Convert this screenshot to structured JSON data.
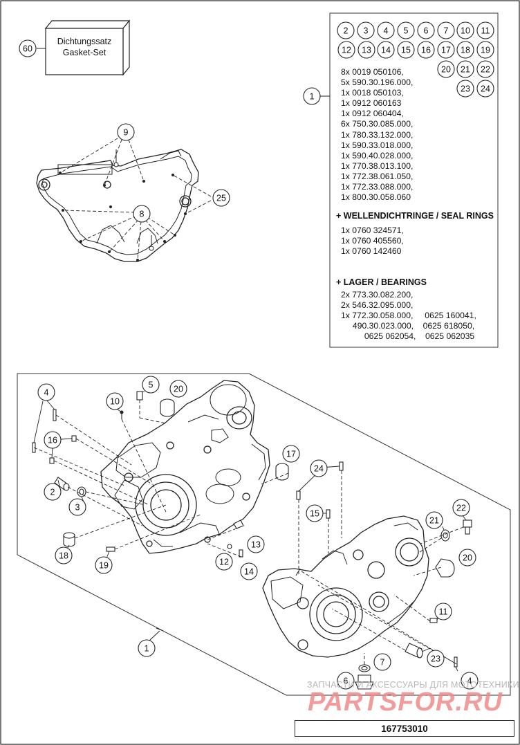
{
  "kit": {
    "callout": "60",
    "line1": "Dichtungssatz",
    "line2": "Gasket-Set"
  },
  "kit_callouts": [
    "2",
    "3",
    "4",
    "5",
    "6",
    "7",
    "10",
    "11",
    "12",
    "13",
    "14",
    "15",
    "16",
    "17",
    "18",
    "19",
    "20",
    "21",
    "22",
    "23",
    "24"
  ],
  "parts_list": {
    "callout": "1",
    "lines": [
      "8x 0019 050106,",
      "5x 590.30.196.000,",
      "1x 0018 050103,",
      "1x 0912 060163",
      "1x 0912 060404,",
      "6x 750.30.085.000,",
      "1x 780.33.132.000,",
      "1x 590.33.018.000,",
      "1x 590.40.028.000,",
      "1x 770.38.013.100,",
      "1x 772.38.061.050,",
      "1x 772.33.088.000,",
      "1x 800.30.058.060"
    ],
    "seal_rings": {
      "title": "+ WELLENDICHTRINGE / SEAL RINGS",
      "lines": [
        "1x 0760 324571,",
        "1x 0760 405560,",
        "1x 0760 142460"
      ]
    },
    "bearings": {
      "title": "+ LAGER / BEARINGS",
      "lines": [
        "2x 773.30.082.200,",
        "2x 546.32.095.000,",
        "1x 772.30.058.000,     0625 160041,",
        "     490.30.023.000,    0625 618050,",
        "          0625 062054,    0625 062035"
      ]
    }
  },
  "gasket_callouts": {
    "c9": "9",
    "c8": "8",
    "c25": "25"
  },
  "engine_callouts": {
    "c1": "1",
    "c2": "2",
    "c3": "3",
    "c4a": "4",
    "c4b": "4",
    "c5": "5",
    "c6": "6",
    "c7": "7",
    "c10": "10",
    "c11": "11",
    "c12": "12",
    "c13": "13",
    "c14": "14",
    "c15": "15",
    "c16": "16",
    "c17": "17",
    "c18": "18",
    "c19": "19",
    "c20a": "20",
    "c20b": "20",
    "c21": "21",
    "c22": "22",
    "c23": "23",
    "c24": "24"
  },
  "doc_number": "167753010",
  "watermark": {
    "small": "ЗАПЧАСТИ И АКСЕССУАРЫ ДЛЯ МОТОТЕХНИКИ",
    "big": "PARTSFOR.RU"
  }
}
